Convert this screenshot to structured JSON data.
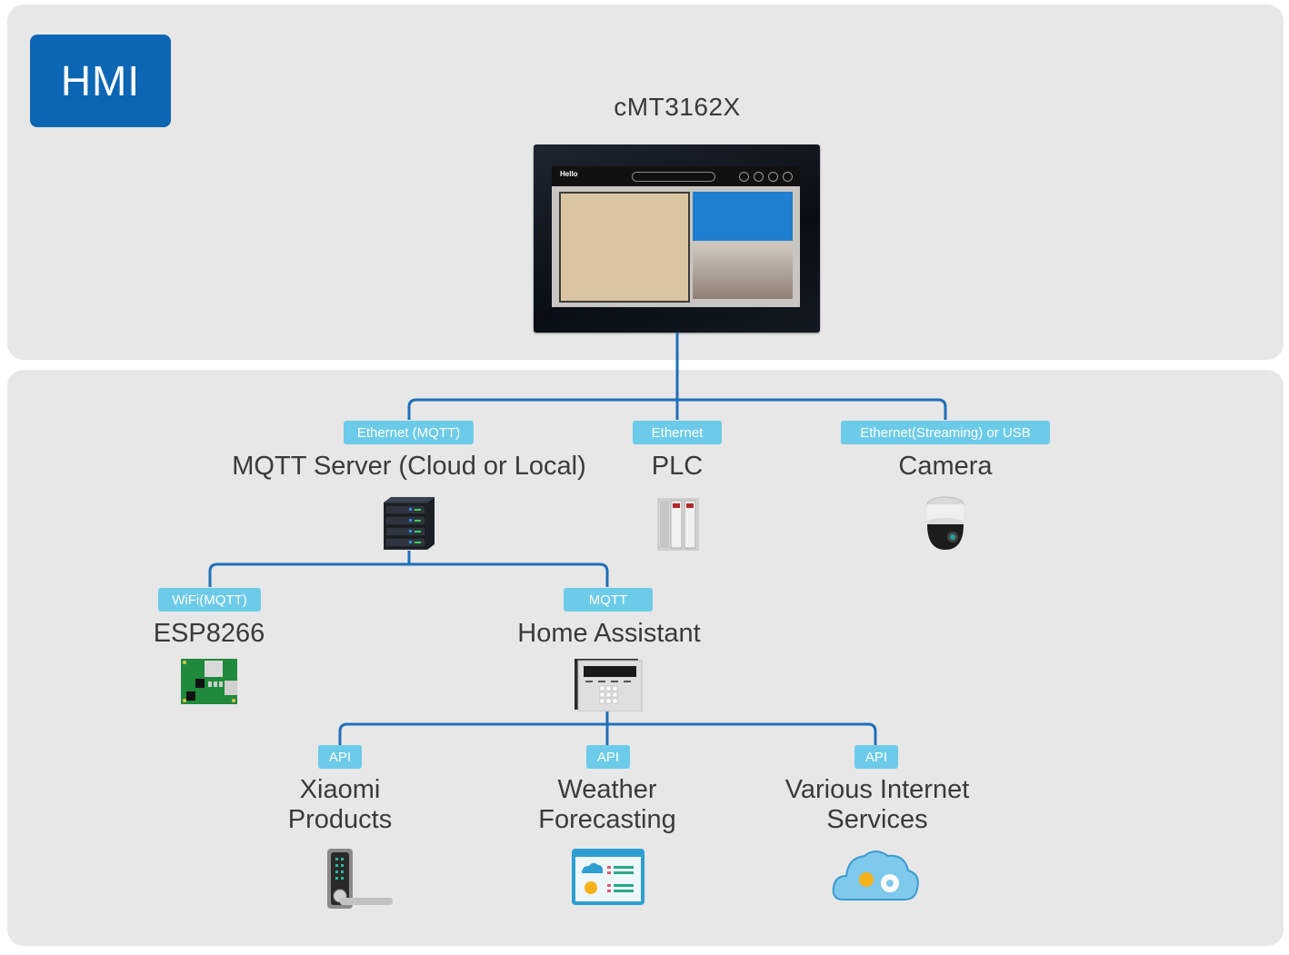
{
  "badge": {
    "label": "HMI",
    "color": "#0d66b3"
  },
  "device": {
    "title": "cMT3162X",
    "screen": {
      "greeting": "Hello"
    }
  },
  "colors": {
    "connector": "#1f6fb8",
    "tag_bg": "#6ccbe8",
    "panel_bg": "#e7e7e7"
  },
  "level1": [
    {
      "tag": "Ethernet (MQTT)",
      "label": "MQTT Server (Cloud or Local)",
      "icon": "server-rack-icon"
    },
    {
      "tag": "Ethernet",
      "label": "PLC",
      "icon": "plc-icon"
    },
    {
      "tag": "Ethernet(Streaming) or USB",
      "label": "Camera",
      "icon": "dome-camera-icon"
    }
  ],
  "level2": [
    {
      "tag": "WiFi(MQTT)",
      "label": "ESP8266",
      "icon": "circuit-board-icon"
    },
    {
      "tag": "MQTT",
      "label": "Home Assistant",
      "icon": "keypad-panel-icon"
    }
  ],
  "level3": [
    {
      "tag": "API",
      "label_line1": "Xiaomi",
      "label_line2": "Products",
      "icon": "smart-lock-icon"
    },
    {
      "tag": "API",
      "label_line1": "Weather",
      "label_line2": "Forecasting",
      "icon": "weather-dashboard-icon"
    },
    {
      "tag": "API",
      "label_line1": "Various Internet",
      "label_line2": "Services",
      "icon": "cloud-gear-icon"
    }
  ]
}
